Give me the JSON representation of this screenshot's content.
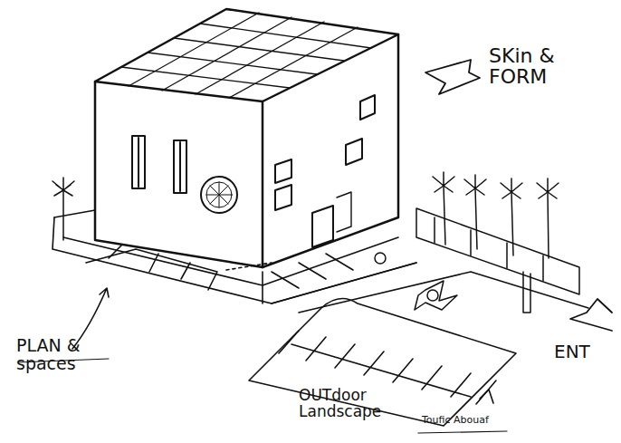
{
  "diagram": {
    "labels": [
      "SKin & FORM",
      "PLAN & spaces",
      "OUTdoor Landscape",
      "ENT",
      "Toufic Abouaf"
    ]
  }
}
